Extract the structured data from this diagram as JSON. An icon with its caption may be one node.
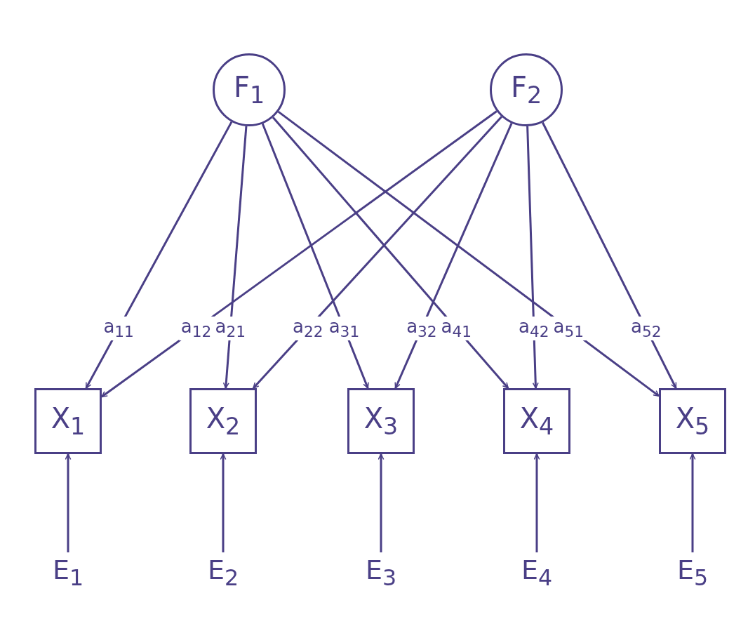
{
  "diagram": {
    "nodes": [
      {
        "text": [
          "F$_{1}$"
        ]
      },
      {
        "text": [
          "F$_{2}$"
        ]
      },
      {
        "text": [
          "X$_{1}$"
        ]
      },
      {
        "text": [
          "X$_{2}$"
        ]
      },
      {
        "text": [
          "X$_{3}$"
        ]
      },
      {
        "text": [
          "X$_{4}$"
        ]
      },
      {
        "text": [
          "X$_{5}$"
        ]
      },
      {
        "text": [
          "E$_{1}$"
        ]
      },
      {
        "text": [
          "E$_{2}$"
        ]
      },
      {
        "text": [
          "E$_{3}$"
        ]
      },
      {
        "text": [
          "E$_{4}$"
        ]
      },
      {
        "text": [
          "E$_{5}$"
        ]
      }
    ],
    "edges": [
      {
        "from": 0,
        "to": 2,
        "arrow": "to",
        "label": "a$_{11}$"
      },
      {
        "from": 1,
        "to": 2,
        "arrow": "to",
        "label": "a$_{12}$"
      },
      {
        "from": 0,
        "to": 3,
        "arrow": "to",
        "label": "a$_{21}$"
      },
      {
        "from": 1,
        "to": 3,
        "arrow": "to",
        "label": "a$_{22}$"
      },
      {
        "from": 0,
        "to": 4,
        "arrow": "to",
        "label": "a$_{31}$"
      },
      {
        "from": 1,
        "to": 4,
        "arrow": "to",
        "label": "a$_{32}$"
      },
      {
        "from": 0,
        "to": 5,
        "arrow": "to",
        "label": "a$_{41}$"
      },
      {
        "from": 1,
        "to": 5,
        "arrow": "to",
        "label": "a$_{42}$"
      },
      {
        "from": 0,
        "to": 6,
        "arrow": "to",
        "label": "a$_{51}$"
      },
      {
        "from": 1,
        "to": 6,
        "arrow": "to",
        "label": "a$_{52}$"
      },
      {
        "from": 7,
        "to": 2,
        "arrow": "to"
      },
      {
        "from": 8,
        "to": 3,
        "arrow": "to"
      },
      {
        "from": 9,
        "to": 4,
        "arrow": "to"
      },
      {
        "from": 10,
        "to": 5,
        "arrow": "to"
      },
      {
        "from": 11,
        "to": 6,
        "arrow": "to"
      }
    ]
  }
}
